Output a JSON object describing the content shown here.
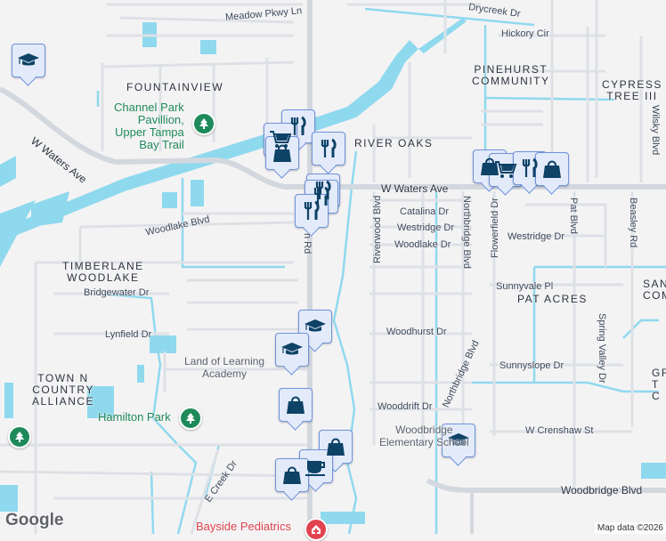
{
  "map": {
    "colors": {
      "land": "#f4f3f4",
      "road": "#dde1e6",
      "major_road": "#d3d8de",
      "water": "#8fd9ee",
      "marker_fill": "#e3ebfb",
      "marker_border": "#6f93dc",
      "icon": "#0e4266",
      "park": "#1e8a5a",
      "medical": "#e0434f"
    },
    "neighborhoods": [
      "FOUNTAINVIEW",
      "RIVER OAKS",
      "PINEHURST\nCOMMUNITY",
      "CYPRESS\nTREE III",
      "TIMBERLANE\nWOODLAKE",
      "PAT ACRES",
      "TOWN N\nCOUNTRY\nALLIANCE",
      "SAN\nCOM",
      "GR\nT\nC"
    ],
    "streets": [
      "Meadow Pkwy Ln",
      "Drycreek Dr",
      "Hickory Cir",
      "W Waters Ave",
      "W Waters Ave",
      "Woodlake Blvd",
      "Catalina Dr",
      "Westridge Dr",
      "Woodlake Dr",
      "Westridge Dr",
      "Riverwood Blvd",
      "Northbridge Blvd",
      "Flowerfield Dr",
      "Pat Blvd",
      "Beasley Rd",
      "Wilsky Blvd",
      "Bridgewater Dr",
      "Lynfield Dr",
      "Sunnyvale Pl",
      "Woodhurst Dr",
      "Sunnyslope Dr",
      "Spring Valley Dr",
      "Northbridge Blvd",
      "Wooddrift Dr",
      "W Crenshaw St",
      "Woodbridge Blvd",
      "E Creek Dr",
      "n Rd"
    ],
    "places": [
      {
        "name": "Channel Park\nPavillion,\nUpper Tampa\nBay Trail",
        "icon": "park-tree-icon"
      },
      {
        "name": "Land of Learning\nAcademy",
        "icon": "school-icon"
      },
      {
        "name": "Hamilton Park",
        "icon": "park-tree-icon"
      },
      {
        "name": "Woodbridge\nElementary School",
        "icon": "school-icon"
      },
      {
        "name": "Bayside Pediatrics",
        "icon": "hospital-icon"
      }
    ],
    "markers": [
      "school-icon",
      "restaurant-icon",
      "shopping-cart-icon",
      "shopping-bag-icon",
      "restaurant-icon",
      "restaurant-icon",
      "restaurant-icon",
      "restaurant-icon",
      "shopping-bag-icon",
      "shopping-cart-icon",
      "restaurant-icon",
      "shopping-bag-icon",
      "school-icon",
      "school-icon",
      "shopping-bag-icon",
      "shopping-bag-icon",
      "coffee-icon",
      "shopping-bag-icon",
      "school-icon"
    ],
    "logo": "Google",
    "attribution": "Map data ©2026"
  }
}
